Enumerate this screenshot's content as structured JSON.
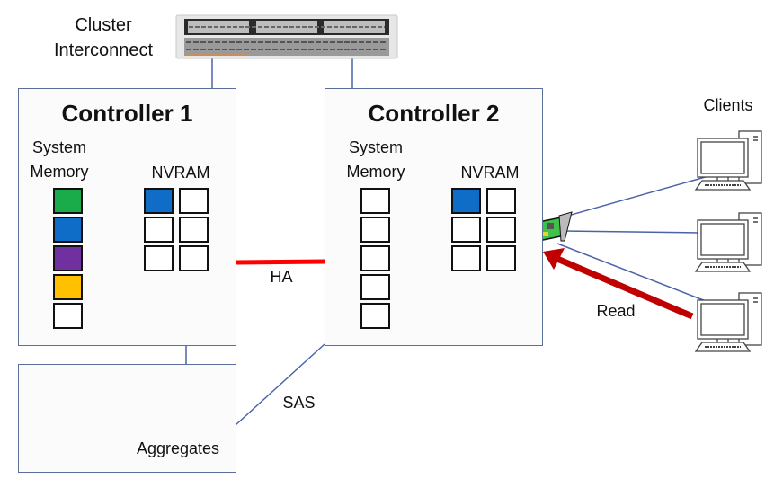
{
  "cluster": {
    "label_line1": "Cluster",
    "label_line2": "Interconnect"
  },
  "controller1": {
    "title": "Controller 1",
    "memory_label_line1": "System",
    "memory_label_line2": "Memory",
    "nvram_label": "NVRAM",
    "memory_cells": [
      "#1aab4b",
      "#0f6dc7",
      "#7030a0",
      "#ffc000",
      "#ffffff"
    ],
    "nvram_cells": [
      "#0f6dc7",
      "#ffffff",
      "#ffffff",
      "#ffffff",
      "#ffffff",
      "#ffffff"
    ]
  },
  "controller2": {
    "title": "Controller 2",
    "memory_label_line1": "System",
    "memory_label_line2": "Memory",
    "nvram_label": "NVRAM",
    "memory_cells": [
      "#ffffff",
      "#ffffff",
      "#ffffff",
      "#ffffff",
      "#ffffff"
    ],
    "nvram_cells": [
      "#0f6dc7",
      "#ffffff",
      "#ffffff",
      "#ffffff",
      "#ffffff",
      "#ffffff"
    ]
  },
  "links": {
    "ha_label": "HA",
    "sas_label": "SAS",
    "read_label": "Read"
  },
  "aggregates": {
    "label": "Aggregates"
  },
  "clients": {
    "label": "Clients",
    "count": 3
  },
  "colors": {
    "ha_link": "#ff0000",
    "read_arrow": "#c00000",
    "connector": "#4a62a8",
    "box_border": "#5a6f99"
  }
}
